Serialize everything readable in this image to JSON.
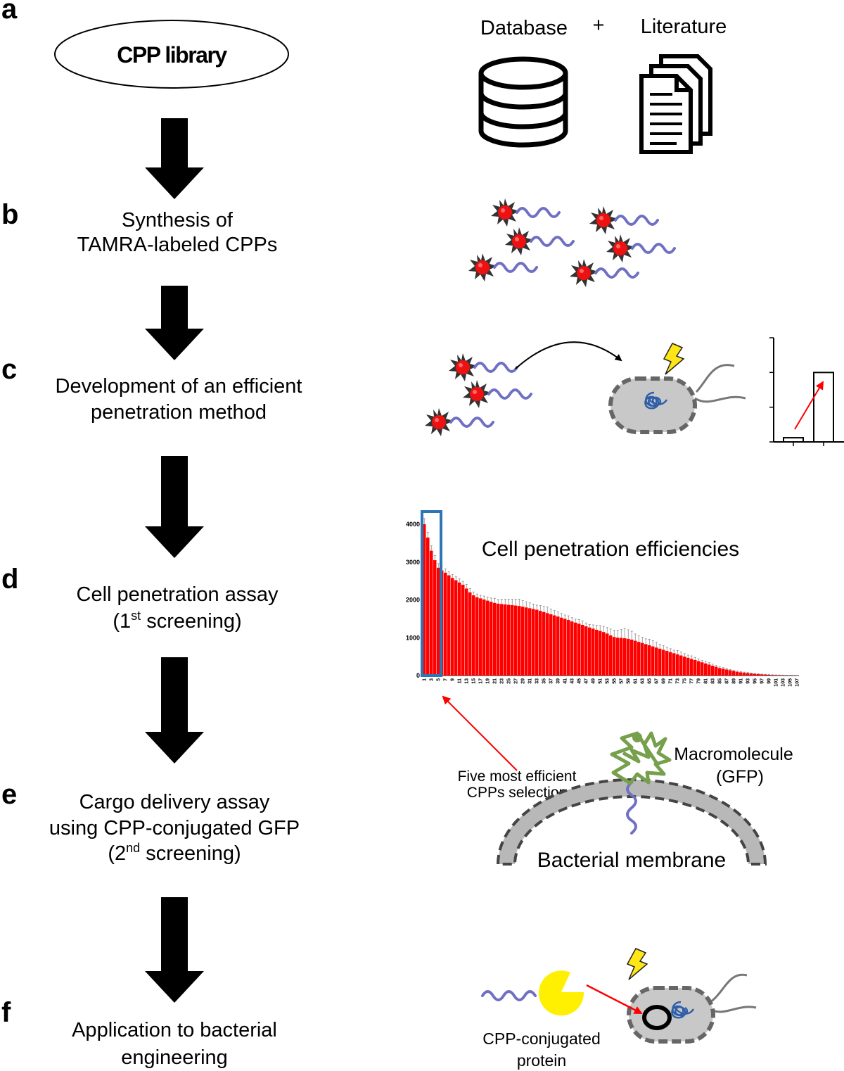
{
  "panels": [
    {
      "letter": "a"
    },
    {
      "letter": "b",
      "step_lines": [
        "Synthesis of",
        "TAMRA-labeled CPPs"
      ]
    },
    {
      "letter": "c",
      "step_lines": [
        "Development of an efficient",
        "penetration method"
      ]
    },
    {
      "letter": "d",
      "step_lines": [
        "Cell penetration assay",
        "(1",
        "st",
        " screening)"
      ]
    },
    {
      "letter": "e",
      "step_lines": [
        "Cargo delivery assay",
        "using CPP-conjugated GFP",
        "(2",
        "nd",
        " screening)"
      ]
    },
    {
      "letter": "f",
      "step_lines": [
        "Application to bacterial",
        "engineering"
      ]
    }
  ],
  "cpp_library_label": "CPP library",
  "sources": {
    "database": "Database",
    "plus": "+",
    "literature": "Literature"
  },
  "colors": {
    "arrow": "#000000",
    "tamra_star": "#ee1111",
    "peptide": "#6f6fc4",
    "membrane_fill": "#b8b8b8",
    "membrane_dash": "#555555",
    "dna": "#2e5fa8",
    "bolt": "#ffe617",
    "bar": "#ff0000",
    "highlight_box": "#2e75b6",
    "annotation_arrow": "#ff0000",
    "gfp": "#76a04c",
    "cargo": "#ffef00"
  },
  "icons": [
    "database-icon",
    "documents-icon",
    "tamra-cpp-icon",
    "bacterium-icon",
    "lightning-icon",
    "gfp-icon",
    "cargo-protein-icon"
  ],
  "mini_bar": {
    "values": [
      0.12,
      2.0
    ],
    "ylim": [
      0,
      3
    ]
  },
  "chart_data": {
    "type": "bar",
    "title": "Cell penetration efficiencies",
    "ylim": [
      0,
      4000
    ],
    "yticks": [
      0,
      1000,
      2000,
      3000,
      4000
    ],
    "xticks": [
      "1",
      "3",
      "5",
      "7",
      "9",
      "11",
      "13",
      "15",
      "17",
      "19",
      "21",
      "23",
      "25",
      "27",
      "29",
      "31",
      "33",
      "35",
      "37",
      "39",
      "41",
      "43",
      "45",
      "47",
      "49",
      "51",
      "53",
      "55",
      "57",
      "59",
      "61",
      "63",
      "65",
      "67",
      "69",
      "71",
      "73",
      "75",
      "77",
      "79",
      "81",
      "83",
      "85",
      "87",
      "89",
      "91",
      "93",
      "95",
      "97",
      "99",
      "101",
      "103",
      "105",
      "107"
    ],
    "categories": [
      "1",
      "2",
      "3",
      "4",
      "5",
      "6",
      "7",
      "8",
      "9",
      "10",
      "11",
      "12",
      "13",
      "14",
      "15",
      "16",
      "17",
      "18",
      "19",
      "20",
      "21",
      "22",
      "23",
      "24",
      "25",
      "26",
      "27",
      "28",
      "29",
      "30",
      "31",
      "32",
      "33",
      "34",
      "35",
      "36",
      "37",
      "38",
      "39",
      "40",
      "41",
      "42",
      "43",
      "44",
      "45",
      "46",
      "47",
      "48",
      "49",
      "50",
      "51",
      "52",
      "53",
      "54",
      "55",
      "56",
      "57",
      "58",
      "59",
      "60",
      "61",
      "62",
      "63",
      "64",
      "65",
      "66",
      "67",
      "68",
      "69",
      "70",
      "71",
      "72",
      "73",
      "74",
      "75",
      "76",
      "77",
      "78",
      "79",
      "80",
      "81",
      "82",
      "83",
      "84",
      "85",
      "86",
      "87",
      "88",
      "89",
      "90",
      "91",
      "92",
      "93",
      "94",
      "95",
      "96",
      "97",
      "98",
      "99",
      "100",
      "101",
      "102",
      "103",
      "104",
      "105",
      "106",
      "107"
    ],
    "values": [
      4000,
      3650,
      3300,
      3050,
      2850,
      2780,
      2720,
      2650,
      2580,
      2520,
      2460,
      2400,
      2300,
      2200,
      2120,
      2070,
      2040,
      2010,
      1980,
      1950,
      1920,
      1900,
      1890,
      1880,
      1870,
      1860,
      1850,
      1840,
      1820,
      1800,
      1780,
      1760,
      1740,
      1710,
      1680,
      1650,
      1620,
      1590,
      1560,
      1530,
      1500,
      1470,
      1430,
      1400,
      1370,
      1340,
      1300,
      1270,
      1240,
      1210,
      1180,
      1150,
      1110,
      1060,
      1020,
      1000,
      995,
      985,
      970,
      950,
      920,
      890,
      860,
      830,
      800,
      770,
      740,
      710,
      680,
      650,
      620,
      590,
      560,
      530,
      500,
      470,
      440,
      410,
      380,
      350,
      320,
      290,
      260,
      230,
      200,
      180,
      160,
      140,
      120,
      100,
      85,
      75,
      65,
      55,
      45,
      38,
      32,
      26,
      20,
      16,
      12,
      10,
      8,
      6,
      5,
      4,
      3
    ],
    "errors": [
      150,
      140,
      130,
      120,
      110,
      105,
      100,
      95,
      90,
      100,
      95,
      90,
      110,
      100,
      90,
      85,
      80,
      90,
      95,
      100,
      120,
      110,
      130,
      140,
      150,
      160,
      170,
      180,
      160,
      150,
      140,
      130,
      120,
      140,
      150,
      160,
      140,
      130,
      120,
      110,
      100,
      110,
      100,
      90,
      110,
      100,
      90,
      80,
      100,
      120,
      140,
      150,
      160,
      170,
      180,
      200,
      220,
      260,
      240,
      220,
      180,
      160,
      150,
      140,
      160,
      150,
      140,
      120,
      110,
      100,
      90,
      80,
      100,
      90,
      80,
      70,
      80,
      70,
      60,
      50,
      60,
      50,
      40,
      40,
      30,
      30,
      30,
      20,
      20,
      20,
      20,
      15,
      15,
      12,
      10,
      10,
      8,
      8,
      6,
      6,
      5,
      5,
      4,
      4,
      3,
      3,
      2
    ],
    "highlighted_count": 5
  },
  "selection_label": [
    "Five most efficient",
    "CPPs selection"
  ],
  "macromolecule_label": [
    "Macromolecule",
    "(GFP)"
  ],
  "membrane_label": "Bacterial membrane",
  "cargo_label": [
    "CPP-conjugated",
    "protein"
  ]
}
